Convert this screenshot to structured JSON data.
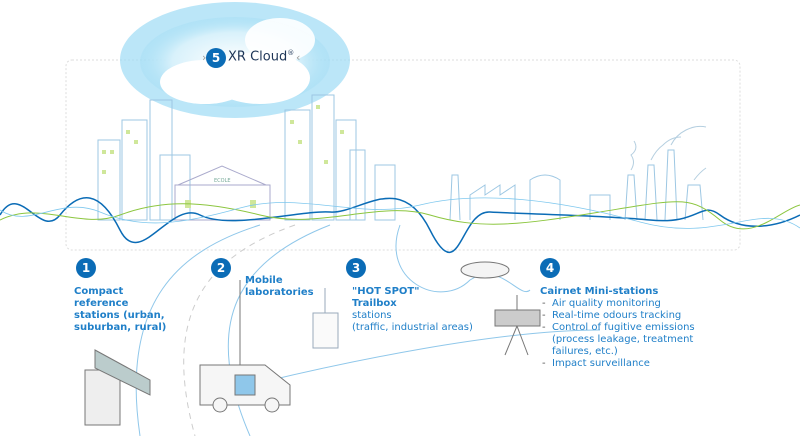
{
  "cloud": {
    "number": "5",
    "title": "XR Cloud",
    "trademark": "®"
  },
  "stations": [
    {
      "number": "1",
      "title": "Compact reference stations (urban, suburban, rural)",
      "lines": [
        "Compact",
        "reference",
        "stations (urban,",
        "suburban, rural)"
      ]
    },
    {
      "number": "2",
      "lines": [
        "Mobile",
        "laboratories"
      ]
    },
    {
      "number": "3",
      "title_lines": [
        "\"HOT SPOT\"",
        "Trailbox"
      ],
      "desc_lines": [
        "stations",
        "(traffic, industrial areas)"
      ]
    },
    {
      "number": "4",
      "title": "Cairnet Mini-stations",
      "items": [
        "Air quality monitoring",
        "Real-time odours tracking",
        "Control of fugitive emissions (process leakage, treatment failures, etc.)",
        "Impact surveillance"
      ]
    }
  ],
  "school_sign": "ECOLE",
  "colors": {
    "badge": "#0b6cb6",
    "text": "#1f7fc8",
    "wave_blue": "#0b6cb6",
    "wave_green": "#8cc63f",
    "cloud": "#7fd0f0"
  }
}
